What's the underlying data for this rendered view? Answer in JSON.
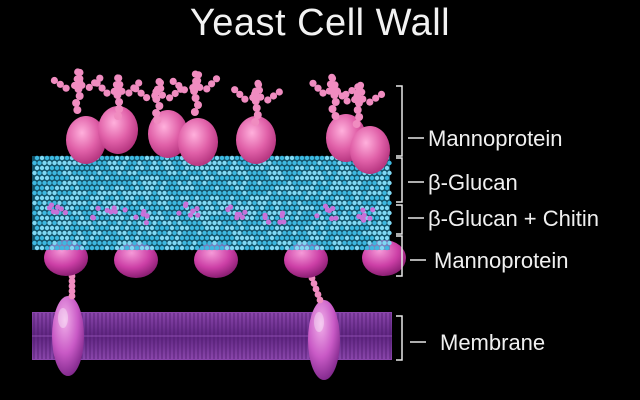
{
  "title": "Yeast Cell Wall",
  "colors": {
    "background": "#000000",
    "mannoprotein": "#e060a8",
    "mannoprotein_dark": "#c0307f",
    "mannan_bead": "#f08cc0",
    "glucan": "#3fb8e0",
    "glucan_light": "#7fd8f4",
    "chitin": "#c870d8",
    "membrane": "#8a3fb0",
    "membrane_protein": "#c85ac8",
    "text": "#f0f0f0"
  },
  "layers": [
    {
      "id": "mannoprotein-outer",
      "label": "Mannoprotein"
    },
    {
      "id": "beta-glucan",
      "label": "β-Glucan"
    },
    {
      "id": "beta-glucan-chitin",
      "label": "β-Glucan + Chitin"
    },
    {
      "id": "mannoprotein-inner",
      "label": "Mannoprotein"
    },
    {
      "id": "membrane",
      "label": "Membrane"
    }
  ]
}
